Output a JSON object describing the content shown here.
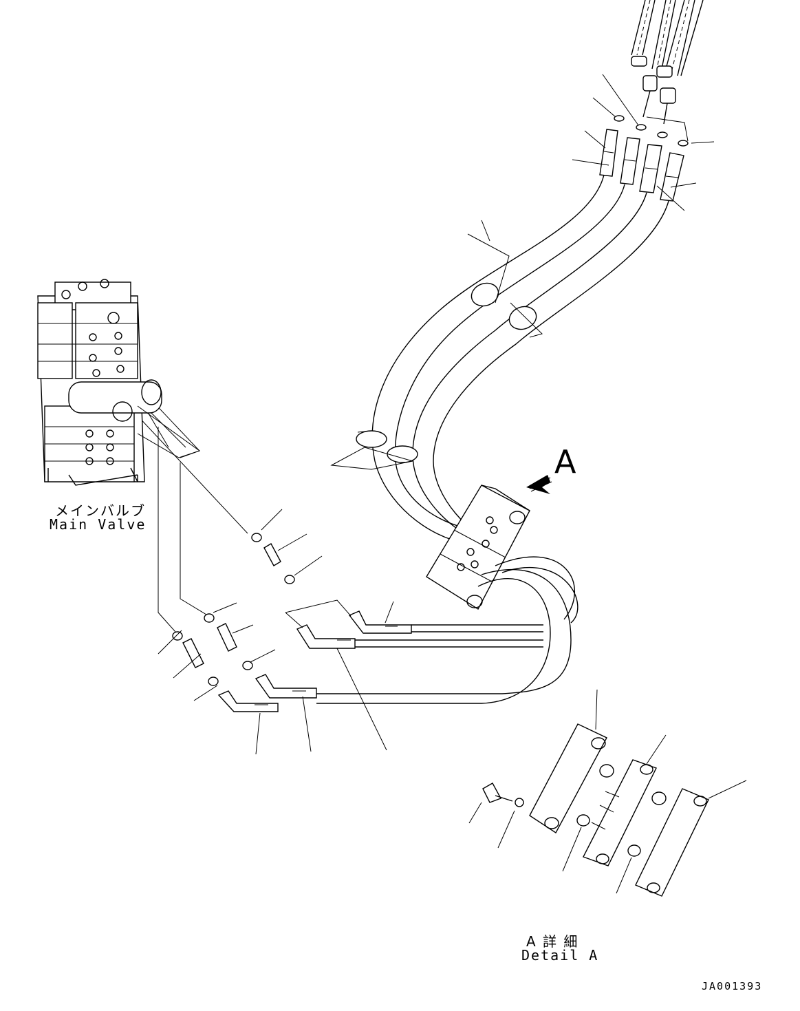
{
  "labels": {
    "main_valve_jp": "メインバルブ",
    "main_valve_en": "Main Valve",
    "view_marker": "A",
    "detail_jp": "A 詳 細",
    "detail_en": "Detail A",
    "drawing_code": "JA001393"
  },
  "icons": {
    "view_arrow": "view-direction-arrow"
  },
  "colors": {
    "line": "#000000",
    "background": "#ffffff"
  }
}
